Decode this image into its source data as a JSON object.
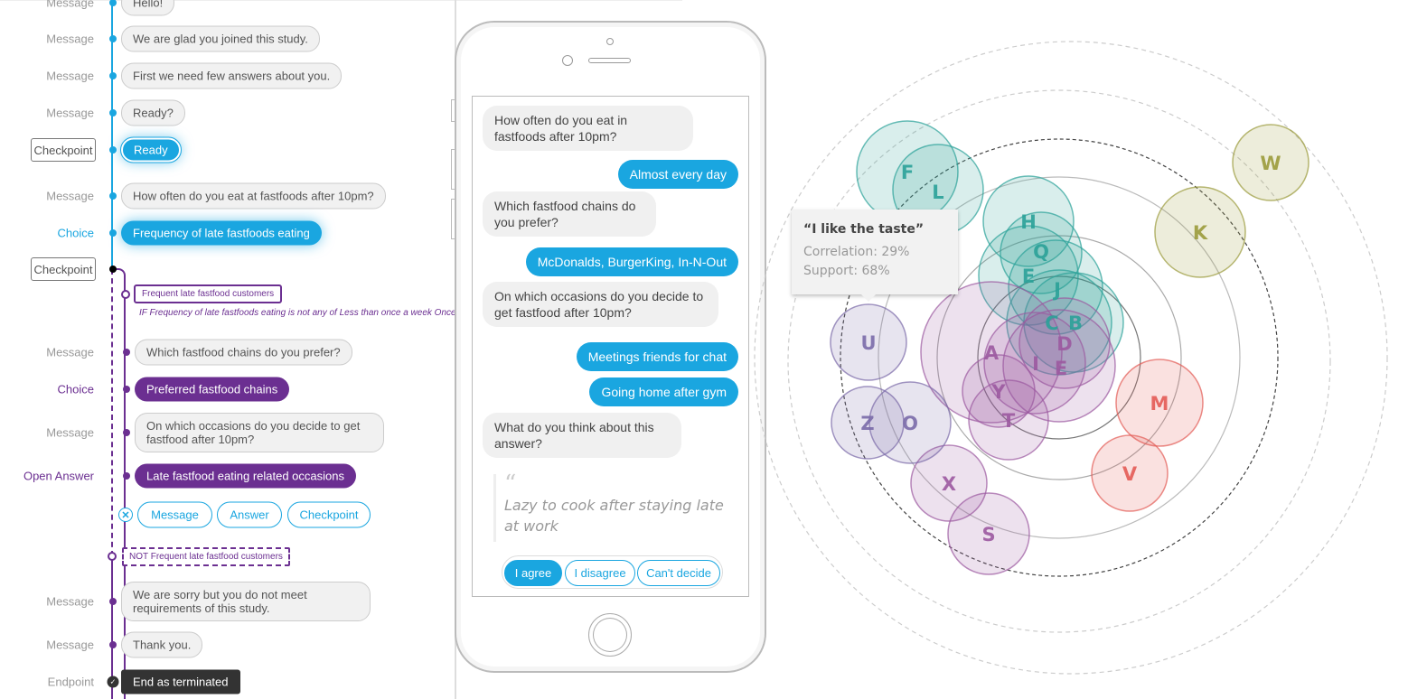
{
  "flow": {
    "rows": [
      {
        "label": "Message",
        "text": "Hello!"
      },
      {
        "label": "Message",
        "text": "We are glad you joined this study."
      },
      {
        "label": "Message",
        "text": "First we need few answers about you."
      },
      {
        "label": "Message",
        "text": "Ready?"
      },
      {
        "label": "Checkpoint",
        "text": "Ready"
      },
      {
        "label": "Message",
        "text": "How often do you eat at fastfoods after 10pm?"
      },
      {
        "label": "Choice",
        "text": "Frequency of late fastfoods eating"
      },
      {
        "label": "Checkpoint"
      },
      {
        "label": "Message",
        "text": "Which fastfood chains do you prefer?"
      },
      {
        "label": "Choice",
        "text": "Preferred fastfood chains"
      },
      {
        "label": "Message",
        "text": "On which occasions do you decide to get fastfood after 10pm?"
      },
      {
        "label": "Open Answer",
        "text": "Late fastfood eating related occasions"
      },
      {
        "label": "Message",
        "text": "We are sorry but you do not meet requirements of this study."
      },
      {
        "label": "Message",
        "text": "Thank you."
      },
      {
        "label": "Endpoint",
        "text": "End as terminated"
      }
    ],
    "branch_yes": "Frequent late fastfood customers",
    "branch_condition": "IF Frequency of late fastfoods eating is not any of Less than once a week Once",
    "branch_no": "NOT Frequent late fastfood customers",
    "add_buttons": [
      "Message",
      "Answer",
      "Checkpoint"
    ],
    "colors": {
      "blue": "#1aa6e0",
      "purple": "#6b2f91"
    }
  },
  "phone": {
    "messages": [
      {
        "from": "bot",
        "text": "How often do you eat in fastfoods after 10pm?"
      },
      {
        "from": "user",
        "text": "Almost every day"
      },
      {
        "from": "bot",
        "text": "Which fastfood chains do you prefer?"
      },
      {
        "from": "user",
        "text": "McDonalds, BurgerKing, In-N-Out"
      },
      {
        "from": "bot",
        "text": "On which occasions do you decide to get fastfood after 10pm?"
      },
      {
        "from": "user",
        "text": "Meetings friends for chat"
      },
      {
        "from": "user",
        "text": "Going home after gym"
      },
      {
        "from": "bot",
        "text": "What do you think about this answer?"
      }
    ],
    "quote": "Lazy to cook after staying late at work",
    "answers": [
      "I agree",
      "I disagree",
      "Can't decide"
    ]
  },
  "bubbles": {
    "tooltip": {
      "title": "“I like the taste”",
      "correlation": "Correlation: 29%",
      "support": "Support: 68%"
    },
    "items": [
      {
        "l": "F",
        "g": "teal"
      },
      {
        "l": "L",
        "g": "teal"
      },
      {
        "l": "H",
        "g": "teal"
      },
      {
        "l": "Q",
        "g": "teal"
      },
      {
        "l": "E",
        "g": "teal"
      },
      {
        "l": "J",
        "g": "teal"
      },
      {
        "l": "C",
        "g": "teal"
      },
      {
        "l": "B",
        "g": "teal"
      },
      {
        "l": "A",
        "g": "purple"
      },
      {
        "l": "D",
        "g": "purple"
      },
      {
        "l": "E",
        "g": "purple"
      },
      {
        "l": "I",
        "g": "purple"
      },
      {
        "l": "Y",
        "g": "purple"
      },
      {
        "l": "T",
        "g": "purple"
      },
      {
        "l": "X",
        "g": "purple"
      },
      {
        "l": "S",
        "g": "purple"
      },
      {
        "l": "U",
        "g": "lavender"
      },
      {
        "l": "Z",
        "g": "lavender"
      },
      {
        "l": "O",
        "g": "lavender"
      },
      {
        "l": "M",
        "g": "red"
      },
      {
        "l": "V",
        "g": "red"
      },
      {
        "l": "K",
        "g": "olive"
      },
      {
        "l": "W",
        "g": "olive"
      }
    ],
    "colors": {
      "teal": "#2aa198",
      "purple": "#9b59a0",
      "lavender": "#7a6aa8",
      "red": "#e35b55",
      "olive": "#9a9a3a"
    }
  }
}
